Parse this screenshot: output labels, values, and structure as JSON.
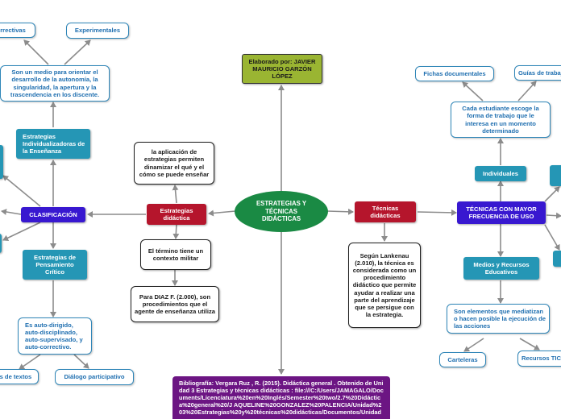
{
  "colors": {
    "central": "#1a8a44",
    "red_node": "#b5152c",
    "purple_node": "#3818d0",
    "teal_node": "#2596b5",
    "author_node": "#9ab532",
    "bibliography": "#6c1583",
    "link": "#8c8c8c"
  },
  "central": {
    "text": "ESTRATEGIAS Y TÉCNICAS DIDÁCTICAS"
  },
  "author": {
    "text": "Elaborado por: JAVIER MAURICIO GARZÓN LÓPEZ"
  },
  "bibliography": {
    "text": "Bibliografía: Vergara Ruz , R. (2015). Didáctica general . Obtenido de Unidad 3 Estrategias y técnicas didácticas : file:///C:/Users/JAMAGALO/Documents/Licenciatura%20en%20Inglés/Semester%20two/2.7%20Didáctica%20general%20/J AQUELINE%20GONZALEZ%20PALENCIA/Unidad%203%20Estrategias%20y%20técnicas%20didácticas/Documentos/Unidad"
  },
  "strategies": {
    "label": "Estrategias didáctica",
    "definition": "la aplicación de estrategias permiten dinamizar el qué y el cómo se puede enseñar",
    "term": "El término tiene un contexto militar",
    "diaz": "Para DIAZ F. (2.000), son procedimientos que el agente de enseñanza utiliza"
  },
  "classification": {
    "label": "CLASIFICACIÓN",
    "individualizadoras": {
      "label": "Estrategias Individualizadoras de la Enseñanza",
      "description": "Son un medio para orientar el desarrollo de la autonomía, la singularidad, la apertura y la trascendencia en los discente.",
      "correctivas": "Correctivas",
      "experimentales": "Experimentales"
    },
    "pensamiento": {
      "label": "Estrategias de Pensamiento Crítico",
      "description": "Es auto-dirigido, auto-disciplinado, auto-supervisado, y auto-correctivo.",
      "textos": "Análisis de textos",
      "dialogo": "Diálogo participativo"
    }
  },
  "techniques": {
    "label": "Técnicas didácticas",
    "lankenau": "Según Lankenau (2.010), la técnica es considerada como un procedimiento didáctico que permite ayudar a realizar una parte del aprendizaje que se persigue con la estrategia.",
    "frequent": {
      "label": "TÉCNICAS CON MAYOR FRECUENCIA DE USO",
      "individuales": {
        "label": "Individuales",
        "description": "Cada estudiante escoge la forma de trabajo que le interesa en un momento determinado",
        "fichas": "Fichas documentales",
        "guias": "Guías de trabajo"
      },
      "medios": {
        "label": "Medios y Recursos Educativos",
        "description": "Son elementos que mediatizan o hacen posible la ejecución de las acciones",
        "carteleras": "Carteleras",
        "recursos": "Recursos TIC"
      }
    }
  }
}
